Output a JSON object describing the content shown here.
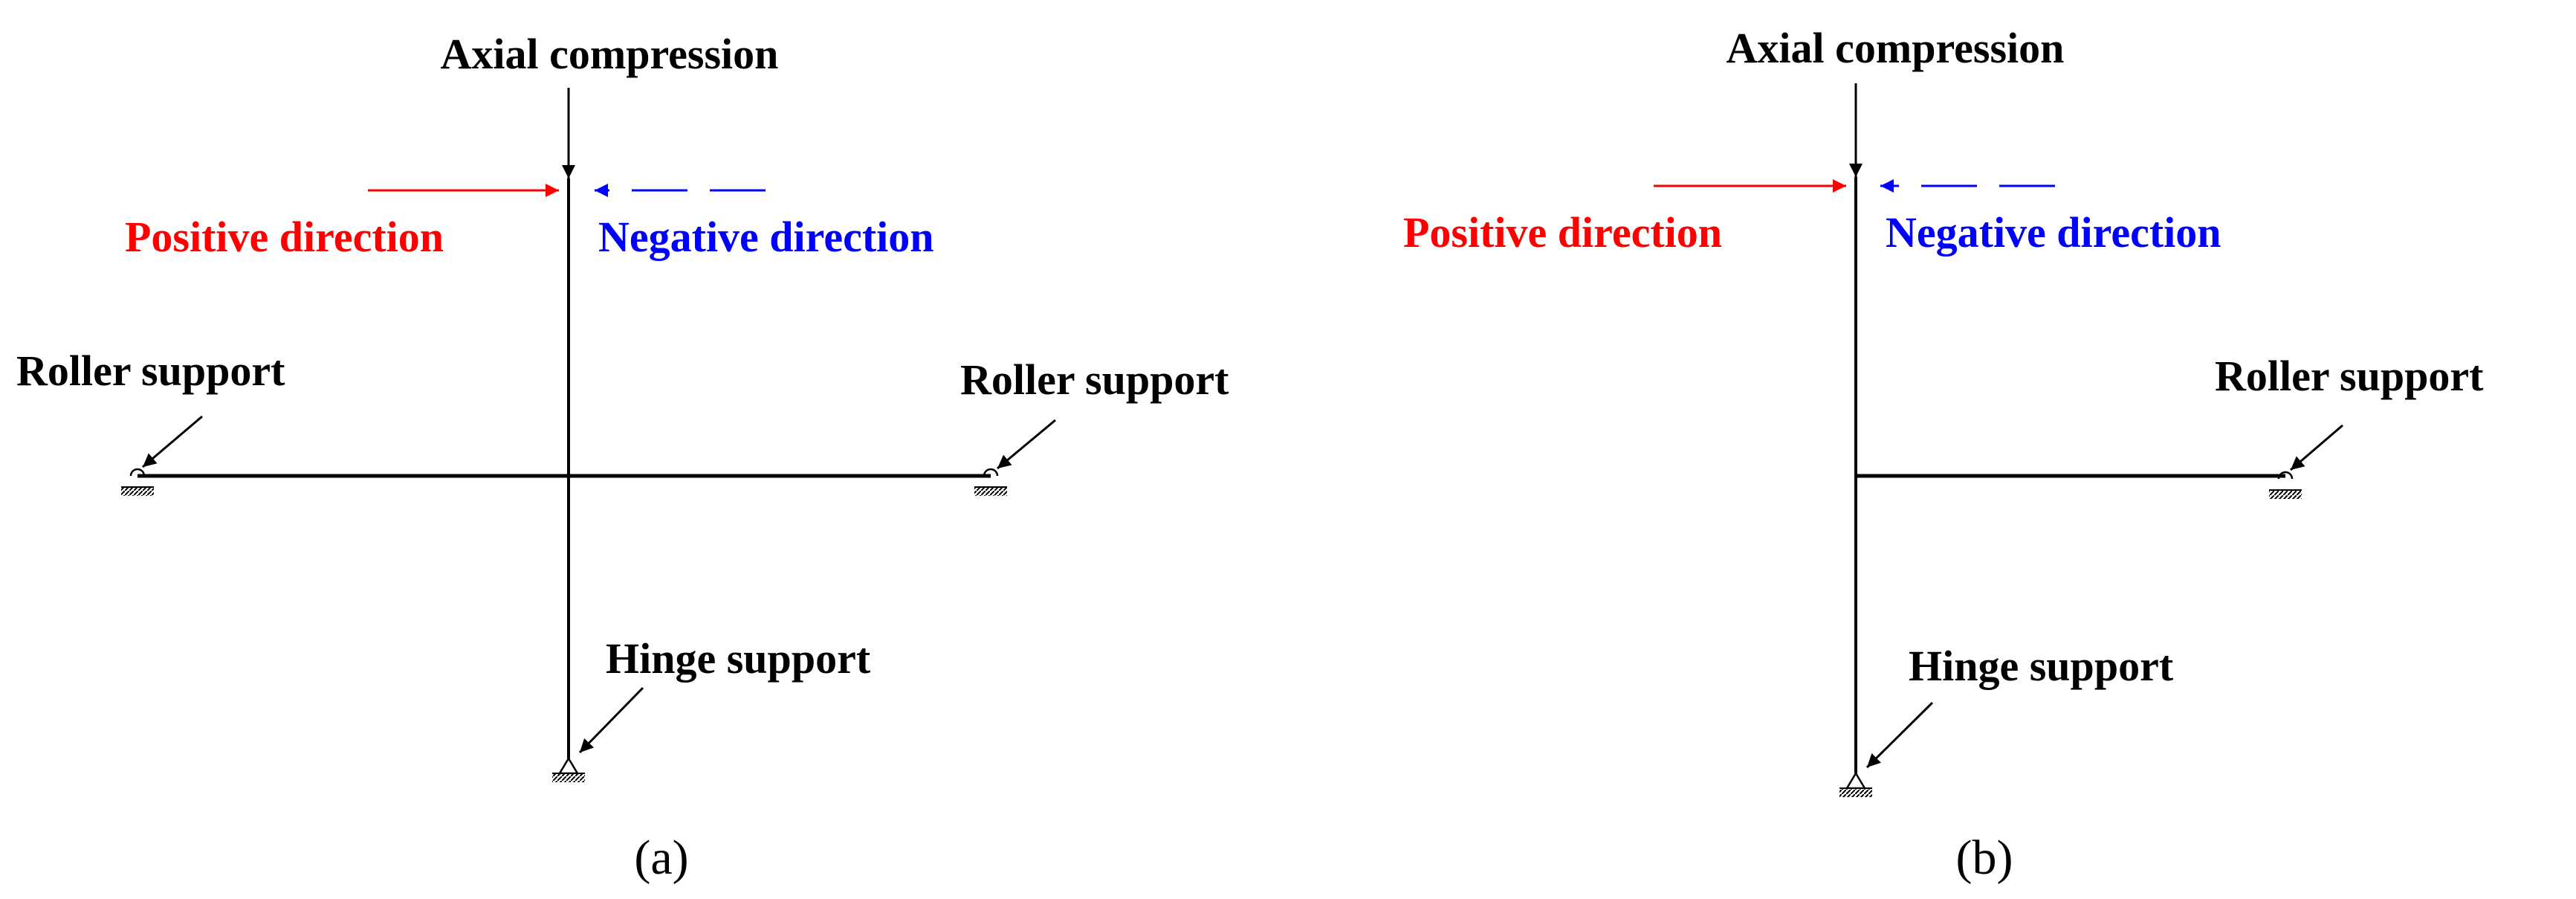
{
  "panels": [
    {
      "id": "a",
      "caption": "(a)",
      "labels": {
        "axial": "Axial compression",
        "positive": "Positive direction",
        "negative": "Negative direction",
        "roller_left": "Roller support",
        "roller_right": "Roller support",
        "hinge": "Hinge support"
      }
    },
    {
      "id": "b",
      "caption": "(b)",
      "labels": {
        "axial": "Axial compression",
        "positive": "Positive direction",
        "negative": "Negative direction",
        "roller_right": "Roller support",
        "hinge": "Hinge support"
      }
    }
  ],
  "colors": {
    "positive": "#ff0000",
    "negative": "#0000ff",
    "line": "#000000"
  }
}
